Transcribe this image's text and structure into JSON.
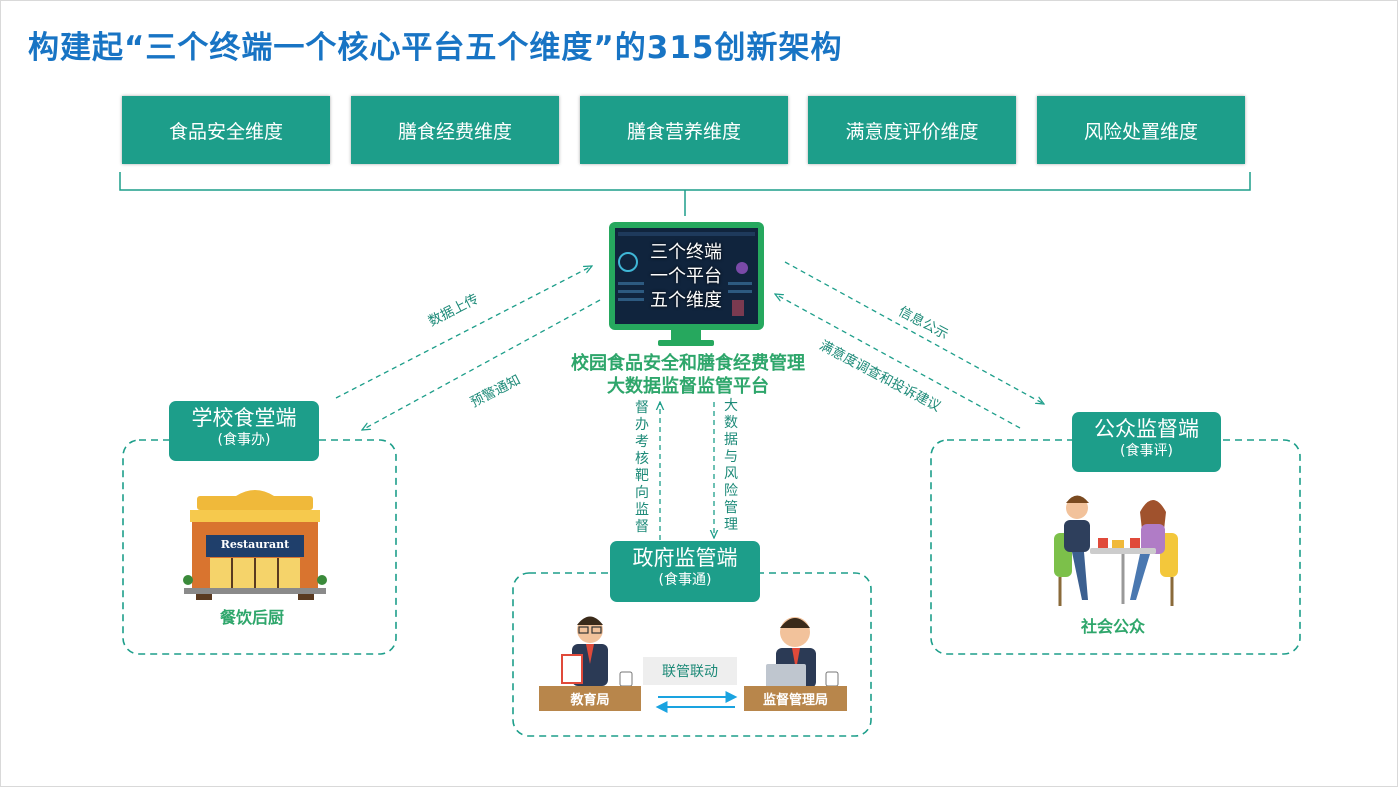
{
  "title": "构建起“三个终端一个核心平台五个维度”的315创新架构",
  "dimensions": [
    "食品安全维度",
    "膳食经费维度",
    "膳食营养维度",
    "满意度评价维度",
    "风险处置维度"
  ],
  "platform": {
    "screen_lines": [
      "三个终端",
      "一个平台",
      "五个维度"
    ],
    "name_line1": "校园食品安全和膳食经费管理",
    "name_line2": "大数据监督监管平台"
  },
  "school": {
    "title": "学校食堂端",
    "subtitle": "(食事办)",
    "sign": "Restaurant",
    "caption": "餐饮后厨"
  },
  "public": {
    "title": "公众监督端",
    "subtitle": "(食事评)",
    "caption": "社会公众"
  },
  "gov": {
    "title": "政府监管端",
    "subtitle": "(食事通)",
    "left_desk": "教育局",
    "right_desk": "监督管理局",
    "link": "联管联动"
  },
  "flows": {
    "upload": "数据上传",
    "warning": "预警通知",
    "disclosure": "信息公示",
    "survey": "满意度调查和投诉建议",
    "supervise": "督办考核靶向监督",
    "bigdata": "大数据与风险管理"
  },
  "colors": {
    "title": "#1874c4",
    "teal": "#1d9e8a",
    "green": "#2ea66b",
    "desk": "#b8864b",
    "arrow_blue": "#1aa3e0"
  }
}
